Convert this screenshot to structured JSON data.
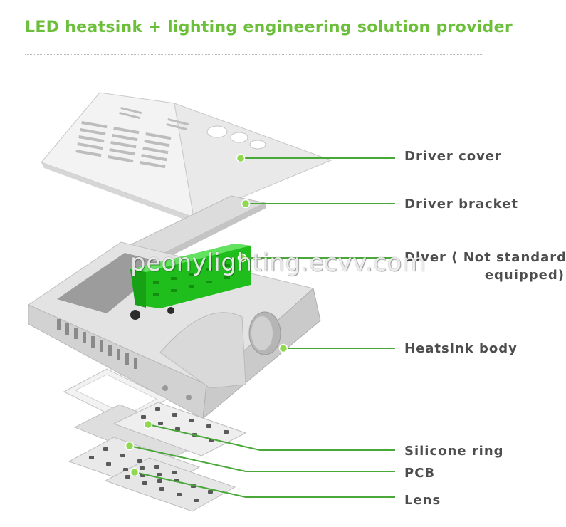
{
  "header": {
    "title": "LED heatsink + lighting engineering solution provider"
  },
  "colors": {
    "accent_green": "#6cbf3a",
    "label_text": "#4d4d4d",
    "leader_line": "#4aa83a",
    "driver_green": "#22c41e"
  },
  "labels": {
    "driver_cover": "Driver cover",
    "driver_bracket": "Driver bracket",
    "driver_line1": "Diver ( Not standard",
    "driver_line2": "equipped)",
    "heatsink_body": "Heatsink body",
    "silicone_ring": "Silicone ring",
    "pcb": "PCB",
    "lens": "Lens"
  },
  "watermark": "peonylighting.ecvv.com"
}
